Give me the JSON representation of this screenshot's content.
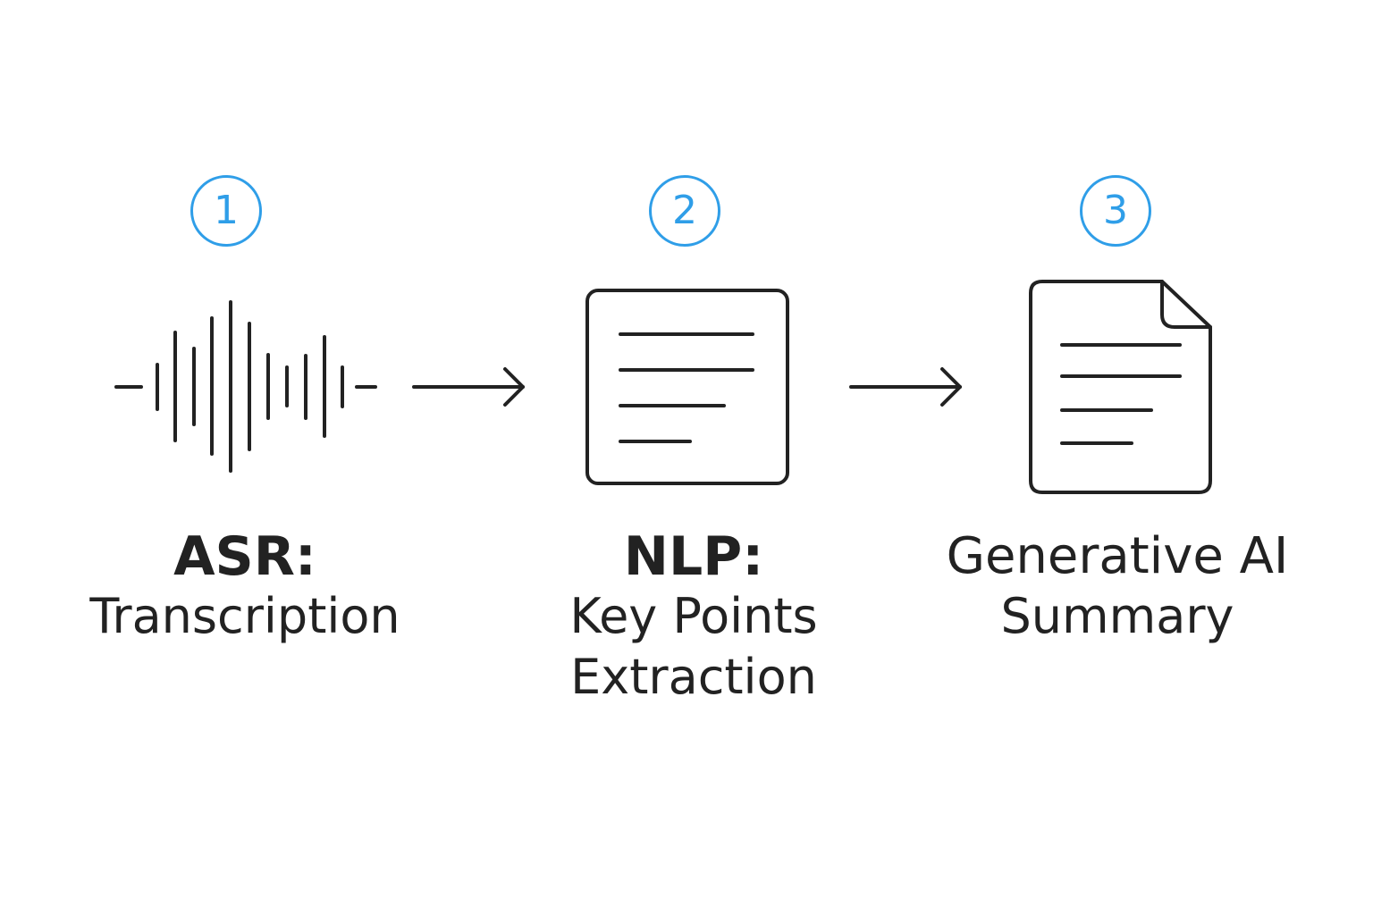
{
  "colors": {
    "accent": "#2f9ee8",
    "ink": "#222222",
    "background": "#ffffff"
  },
  "steps": [
    {
      "number": "1",
      "icon": "sound-wave-icon",
      "title": "ASR:",
      "lines": [
        "Transcription"
      ]
    },
    {
      "number": "2",
      "icon": "text-document-icon",
      "title": "NLP:",
      "lines": [
        "Key Points",
        "Extraction"
      ]
    },
    {
      "number": "3",
      "icon": "summary-document-icon",
      "title": "Generative AI",
      "lines": [
        "Summary"
      ]
    }
  ],
  "connectors": [
    "arrow-right-icon",
    "arrow-right-icon"
  ]
}
